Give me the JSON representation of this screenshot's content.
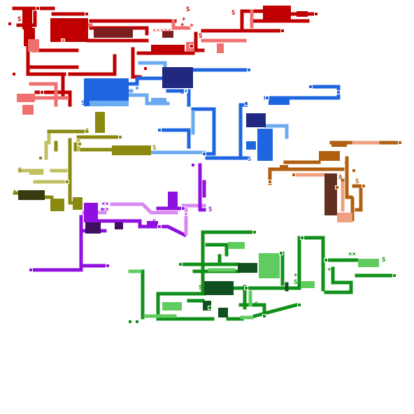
{
  "map": {
    "palette": {
      "red": "#c00000",
      "salmon": "#f07070",
      "maroon": "#7a1f1f",
      "blue": "#1e66e0",
      "lightblue": "#6aaaf0",
      "navy": "#202880",
      "olive": "#8a8a10",
      "khaki": "#c0c060",
      "darkolive": "#3a3a10",
      "purple": "#9010e0",
      "lilac": "#d888f0",
      "darkpurple": "#401060",
      "orange": "#b06010",
      "peach": "#f0a080",
      "brown": "#603020",
      "green": "#10901a",
      "lightgreen": "#60cc60",
      "darkgreen": "#105020"
    },
    "regions": [
      {
        "name": "north-west-red",
        "color": "red"
      },
      {
        "name": "center-blue",
        "color": "blue"
      },
      {
        "name": "west-olive",
        "color": "olive"
      },
      {
        "name": "center-purple",
        "color": "purple"
      },
      {
        "name": "east-orange",
        "color": "orange"
      },
      {
        "name": "south-green",
        "color": "green"
      }
    ],
    "markers": [
      {
        "type": "save",
        "text": "S",
        "color": "red"
      },
      {
        "type": "save",
        "text": "S",
        "color": "red"
      },
      {
        "type": "save",
        "text": "S",
        "color": "red"
      },
      {
        "type": "save",
        "text": "S",
        "color": "red"
      },
      {
        "type": "save",
        "text": "S",
        "color": "blue"
      },
      {
        "type": "save",
        "text": "S",
        "color": "blue"
      },
      {
        "type": "save",
        "text": "S",
        "color": "blue"
      },
      {
        "type": "save",
        "text": "S",
        "color": "olive"
      },
      {
        "type": "save",
        "text": "S",
        "color": "olive"
      },
      {
        "type": "save",
        "text": "S",
        "color": "olive"
      },
      {
        "type": "save",
        "text": "S",
        "color": "purple"
      },
      {
        "type": "save",
        "text": "S",
        "color": "purple"
      },
      {
        "type": "save",
        "text": "S",
        "color": "orange"
      },
      {
        "type": "save",
        "text": "S",
        "color": "green"
      },
      {
        "type": "save",
        "text": "S",
        "color": "green"
      },
      {
        "type": "save",
        "text": "S",
        "color": "green"
      },
      {
        "type": "save",
        "text": "S",
        "color": "green"
      },
      {
        "type": "area",
        "text": "A",
        "color": "olive"
      },
      {
        "type": "area",
        "text": "A",
        "color": "orange"
      },
      {
        "type": "item",
        "text": "×××××",
        "color": "salmon"
      },
      {
        "type": "item",
        "text": "××",
        "color": "purple"
      },
      {
        "type": "item",
        "text": "××",
        "color": "purple"
      },
      {
        "type": "item",
        "text": "××",
        "color": "green"
      },
      {
        "type": "item",
        "text": "××",
        "color": "green"
      },
      {
        "type": "item",
        "text": "+",
        "color": "red"
      },
      {
        "type": "item",
        "text": "+",
        "color": "red"
      },
      {
        "type": "item",
        "text": "+",
        "color": "purple"
      },
      {
        "type": "item",
        "text": "+",
        "color": "green"
      },
      {
        "type": "item",
        "text": "+",
        "color": "green"
      },
      {
        "type": "item",
        "text": "+",
        "color": "orange"
      }
    ]
  }
}
